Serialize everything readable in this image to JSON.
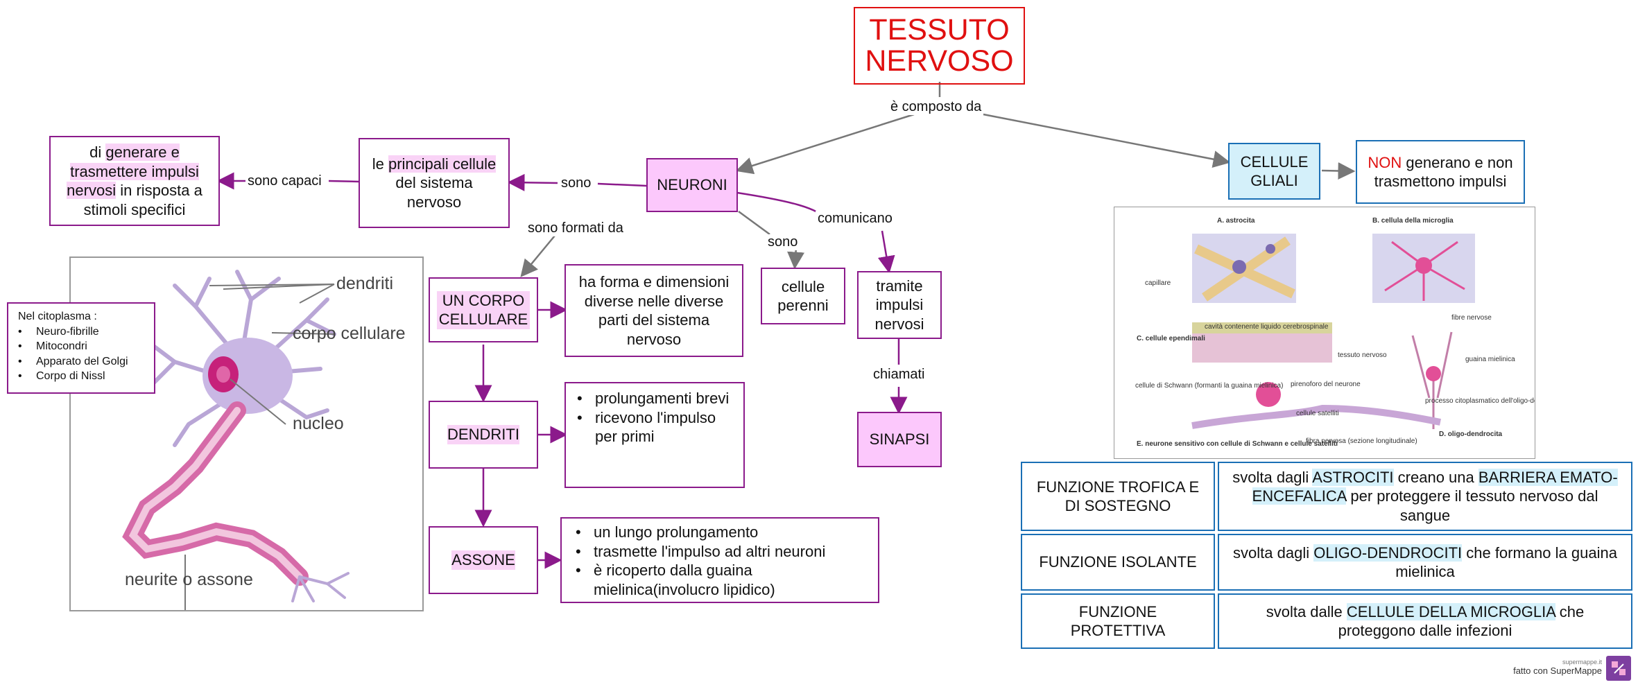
{
  "title": {
    "line1": "TESSUTO",
    "line2": "NERVOSO"
  },
  "links": {
    "composed": "è composto da",
    "capable": "sono capaci",
    "are": "sono",
    "formed_by": "sono formati da",
    "are2": "sono",
    "communicate": "comunicano",
    "called": "chiamati"
  },
  "nodes": {
    "neuroni": "NEURONI",
    "cellule_principali": {
      "pre": "le ",
      "hl": "principali cellule",
      "post": " del sistema nervoso"
    },
    "capacita": {
      "pre": "di ",
      "hl1": "generare e trasmettere impulsi nervosi",
      "post": " in risposta a stimoli specifici"
    },
    "corpo_cellulare": "UN CORPO CELLULARE",
    "forma": "ha forma e dimensioni diverse nelle diverse parti del sistema nervoso",
    "dendriti": "DENDRITI",
    "dendriti_items": [
      "prolungamenti brevi",
      "ricevono l'impulso per primi"
    ],
    "assone": "ASSONE",
    "assone_items": [
      "un lungo prolungamento",
      "trasmette l'impulso ad altri neuroni",
      "è ricoperto dalla guaina mielinica(involucro lipidico)"
    ],
    "perenni": "cellule perenni",
    "impulsi": "tramite impulsi nervosi",
    "sinapsi": "SINAPSI",
    "gliali": "CELLULE GLIALI",
    "non_generano": {
      "hl": "NON",
      "post": " generano e non trasmettono impulsi"
    }
  },
  "cytoplasm": {
    "heading": "Nel citoplasma :",
    "items": [
      "Neuro-fibrille",
      "Mitocondri",
      "Apparato del Golgi",
      "Corpo di Nissl"
    ]
  },
  "neuron_labels": {
    "dendriti": "dendriti",
    "corpo": "corpo cellulare",
    "nucleo": "nucleo",
    "neurite": "neurite o assone"
  },
  "glia_figure": {
    "a": "A. astrocita",
    "b": "B. cellula della microglia",
    "capillare": "capillare",
    "c": "C. cellule ependimali",
    "cavita": "cavità contenente liquido cerebrospinale",
    "tessuto": "tessuto nervoso",
    "fibre": "fibre nervose",
    "guaina": "guaina mielinica",
    "processo": "processo citoplasmatico dell'oligo-dendrocita",
    "schwann": "cellule di Schwann (formanti la guaina mielinica)",
    "pirenoforo": "pirenoforo del neurone",
    "satelliti": "cellule satelliti",
    "fibra": "fibra nervosa (sezione longitudinale)",
    "e": "E. neurone sensitivo con cellule di Schwann e cellule satelliti",
    "d": "D. oligo-dendrocita"
  },
  "functions": [
    {
      "name": "FUNZIONE TROFICA E DI SOSTEGNO",
      "pre": "svolta dagli ",
      "hl1": "ASTROCITI",
      "mid": " creano una ",
      "hl2": "BARRIERA EMATO-ENCEFALICA",
      "post": " per proteggere il tessuto nervoso dal sangue"
    },
    {
      "name": "FUNZIONE ISOLANTE",
      "pre": "svolta dagli ",
      "hl1": "OLIGO-DENDROCITI",
      "mid": " che formano la guaina mielinica",
      "hl2": "",
      "post": ""
    },
    {
      "name": "FUNZIONE PROTETTIVA",
      "pre": "svolta dalle ",
      "hl1": "CELLULE DELLA MICROGLIA",
      "mid": "  che proteggono dalle infezioni",
      "hl2": "",
      "post": ""
    }
  ],
  "footer": {
    "site": "supermappe.it",
    "made": "fatto con SuperMappe"
  },
  "colors": {
    "title_red": "#e01010",
    "neuron_border": "#8b1a8b",
    "glia_border": "#1a6fb5",
    "pink_fill": "#fcc8fc",
    "glia_fill": "#d4f0fa"
  }
}
